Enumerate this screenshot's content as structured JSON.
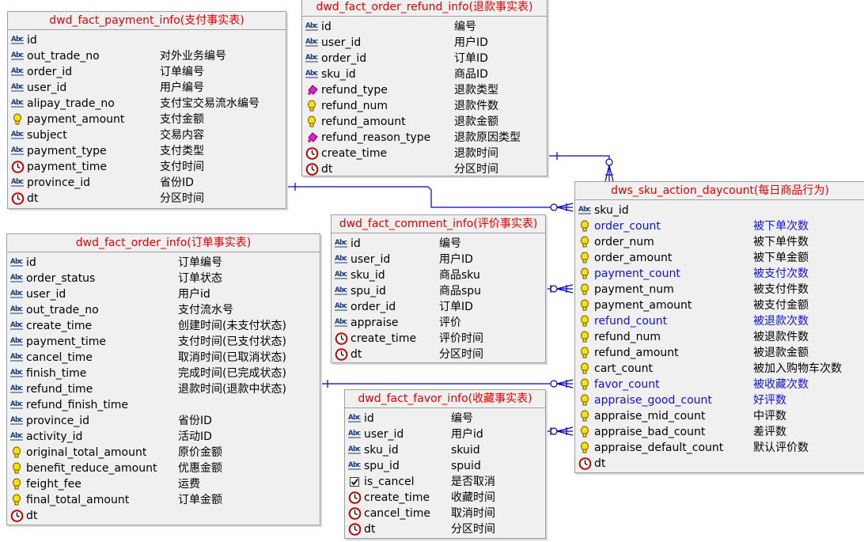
{
  "entities": [
    {
      "id": "payment",
      "title": "dwd_fact_payment_info(支付事实表)",
      "columns": [
        {
          "name": "id",
          "comment": "",
          "type": "text"
        },
        {
          "name": "out_trade_no",
          "comment": "对外业务编号",
          "type": "text"
        },
        {
          "name": "order_id",
          "comment": "订单编号",
          "type": "text"
        },
        {
          "name": "user_id",
          "comment": "用户编号",
          "type": "text"
        },
        {
          "name": "alipay_trade_no",
          "comment": "支付宝交易流水编号",
          "type": "text"
        },
        {
          "name": "payment_amount",
          "comment": "支付金额",
          "type": "numeric"
        },
        {
          "name": "subject",
          "comment": "交易内容",
          "type": "text"
        },
        {
          "name": "payment_type",
          "comment": "支付类型",
          "type": "text"
        },
        {
          "name": "payment_time",
          "comment": "支付时间",
          "type": "time"
        },
        {
          "name": "province_id",
          "comment": "省份ID",
          "type": "text"
        },
        {
          "name": "dt",
          "comment": "分区时间",
          "type": "time"
        }
      ]
    },
    {
      "id": "refund",
      "title": "dwd_fact_order_refund_info(退款事实表)",
      "columns": [
        {
          "name": "id",
          "comment": "编号",
          "type": "text"
        },
        {
          "name": "user_id",
          "comment": "用户ID",
          "type": "text"
        },
        {
          "name": "order_id",
          "comment": "订单ID",
          "type": "text"
        },
        {
          "name": "sku_id",
          "comment": "商品ID",
          "type": "text"
        },
        {
          "name": "refund_type",
          "comment": "退款类型",
          "type": "enum"
        },
        {
          "name": "refund_num",
          "comment": "退款件数",
          "type": "numeric"
        },
        {
          "name": "refund_amount",
          "comment": "退款金额",
          "type": "numeric"
        },
        {
          "name": "refund_reason_type",
          "comment": "退款原因类型",
          "type": "enum"
        },
        {
          "name": "create_time",
          "comment": "退款时间",
          "type": "time"
        },
        {
          "name": "dt",
          "comment": "分区时间",
          "type": "time"
        }
      ]
    },
    {
      "id": "daycount",
      "title": "dws_sku_action_daycount(每日商品行为)",
      "columns": [
        {
          "name": "sku_id",
          "comment": "",
          "type": "text"
        },
        {
          "name": "order_count",
          "comment": "被下单次数",
          "type": "numeric",
          "highlight": true
        },
        {
          "name": "order_num",
          "comment": "被下单件数",
          "type": "numeric"
        },
        {
          "name": "order_amount",
          "comment": "被下单金额",
          "type": "numeric"
        },
        {
          "name": "payment_count",
          "comment": "被支付次数",
          "type": "numeric",
          "highlight": true
        },
        {
          "name": "payment_num",
          "comment": "被支付件数",
          "type": "numeric"
        },
        {
          "name": "payment_amount",
          "comment": "被支付金额",
          "type": "numeric"
        },
        {
          "name": "refund_count",
          "comment": "被退款次数",
          "type": "numeric",
          "highlight": true
        },
        {
          "name": "refund_num",
          "comment": "被退款件数",
          "type": "numeric"
        },
        {
          "name": "refund_amount",
          "comment": "被退款金额",
          "type": "numeric"
        },
        {
          "name": "cart_count",
          "comment": "被加入购物车次数",
          "type": "numeric"
        },
        {
          "name": "favor_count",
          "comment": "被收藏次数",
          "type": "numeric",
          "highlight": true
        },
        {
          "name": "appraise_good_count",
          "comment": "好评数",
          "type": "numeric",
          "highlight": true
        },
        {
          "name": "appraise_mid_count",
          "comment": "中评数",
          "type": "numeric"
        },
        {
          "name": "appraise_bad_count",
          "comment": "差评数",
          "type": "numeric"
        },
        {
          "name": "appraise_default_count",
          "comment": "默认评价数",
          "type": "numeric"
        },
        {
          "name": "dt",
          "comment": "",
          "type": "time"
        }
      ]
    },
    {
      "id": "comment",
      "title": "dwd_fact_comment_info(评价事实表)",
      "columns": [
        {
          "name": "id",
          "comment": "编号",
          "type": "text"
        },
        {
          "name": "user_id",
          "comment": "用户ID",
          "type": "text"
        },
        {
          "name": "sku_id",
          "comment": "商品sku",
          "type": "text"
        },
        {
          "name": "spu_id",
          "comment": "商品spu",
          "type": "text"
        },
        {
          "name": "order_id",
          "comment": "订单ID",
          "type": "text"
        },
        {
          "name": "appraise",
          "comment": "评价",
          "type": "text"
        },
        {
          "name": "create_time",
          "comment": "评价时间",
          "type": "time"
        },
        {
          "name": "dt",
          "comment": "分区时间",
          "type": "time"
        }
      ]
    },
    {
      "id": "order",
      "title": "dwd_fact_order_info(订单事实表)",
      "columns": [
        {
          "name": "id",
          "comment": "订单编号",
          "type": "text"
        },
        {
          "name": "order_status",
          "comment": "订单状态",
          "type": "text"
        },
        {
          "name": "user_id",
          "comment": "用户id",
          "type": "text"
        },
        {
          "name": "out_trade_no",
          "comment": "支付流水号",
          "type": "text"
        },
        {
          "name": "create_time",
          "comment": "创建时间(未支付状态)",
          "type": "text"
        },
        {
          "name": "payment_time",
          "comment": "支付时间(已支付状态)",
          "type": "text"
        },
        {
          "name": "cancel_time",
          "comment": "取消时间(已取消状态)",
          "type": "text"
        },
        {
          "name": "finish_time",
          "comment": "完成时间(已完成状态)",
          "type": "text"
        },
        {
          "name": "refund_time",
          "comment": "退款时间(退款中状态)",
          "type": "text"
        },
        {
          "name": "refund_finish_time",
          "comment": "",
          "type": "text"
        },
        {
          "name": "province_id",
          "comment": "省份ID",
          "type": "text"
        },
        {
          "name": "activity_id",
          "comment": "活动ID",
          "type": "text"
        },
        {
          "name": "original_total_amount",
          "comment": "原价金额",
          "type": "numeric"
        },
        {
          "name": "benefit_reduce_amount",
          "comment": "优惠金额",
          "type": "numeric"
        },
        {
          "name": "feight_fee",
          "comment": "运费",
          "type": "numeric"
        },
        {
          "name": "final_total_amount",
          "comment": "订单金额",
          "type": "numeric"
        },
        {
          "name": "dt",
          "comment": "",
          "type": "time"
        }
      ]
    },
    {
      "id": "favor",
      "title": "dwd_fact_favor_info(收藏事实表)",
      "columns": [
        {
          "name": "id",
          "comment": "编号",
          "type": "text"
        },
        {
          "name": "user_id",
          "comment": "用户id",
          "type": "text"
        },
        {
          "name": "sku_id",
          "comment": "skuid",
          "type": "text"
        },
        {
          "name": "spu_id",
          "comment": "spuid",
          "type": "text"
        },
        {
          "name": "is_cancel",
          "comment": "是否取消",
          "type": "bool"
        },
        {
          "name": "create_time",
          "comment": "收藏时间",
          "type": "time"
        },
        {
          "name": "cancel_time",
          "comment": "取消时间",
          "type": "time"
        },
        {
          "name": "dt",
          "comment": "分区时间",
          "type": "time"
        }
      ]
    }
  ],
  "colors": {
    "title": "#e00000",
    "highlight": "#1010e0",
    "link": "#0000c0",
    "box_fill": "#f0f0f0",
    "box_border": "#a0a0a0"
  }
}
